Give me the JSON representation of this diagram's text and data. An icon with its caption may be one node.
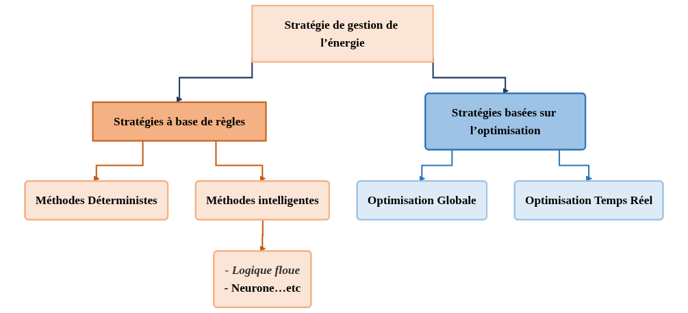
{
  "diagram": {
    "nodes": [
      {
        "text": [
          "Stratégie de gestion de l’énergie"
        ]
      },
      {
        "text": [
          "Stratégies à base de règles"
        ]
      },
      {
        "text": [
          "Stratégies basées sur l’optimisation"
        ]
      },
      {
        "text": [
          "Méthodes Déterministes"
        ]
      },
      {
        "text": [
          "Méthodes intelligentes"
        ]
      },
      {
        "text": [
          "- Logique floue",
          "- Neurone…etc"
        ]
      },
      {
        "text": [
          "Optimisation Globale"
        ]
      },
      {
        "text": [
          "Optimisation Temps Réel"
        ]
      }
    ],
    "edges": [
      {
        "from": 0,
        "to": 1,
        "arrow": "to",
        "color": "#1f3864"
      },
      {
        "from": 0,
        "to": 2,
        "arrow": "to",
        "color": "#1f3864"
      },
      {
        "from": 1,
        "to": 3,
        "arrow": "to",
        "color": "#c55a11"
      },
      {
        "from": 1,
        "to": 4,
        "arrow": "to",
        "color": "#c55a11"
      },
      {
        "from": 4,
        "to": 5,
        "arrow": "to",
        "color": "#c55a11"
      },
      {
        "from": 2,
        "to": 6,
        "arrow": "to",
        "color": "#2e75b6"
      },
      {
        "from": 2,
        "to": 7,
        "arrow": "to",
        "color": "#2e75b6"
      }
    ]
  }
}
